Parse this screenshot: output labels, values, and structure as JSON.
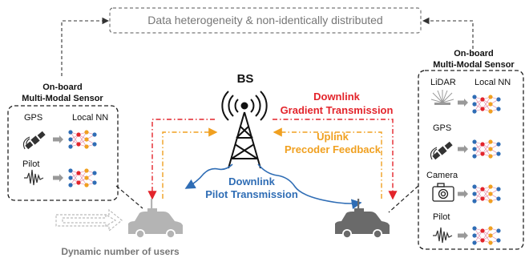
{
  "top_box": {
    "text": "Data heterogeneity & non-identically distributed"
  },
  "bs": {
    "label": "BS"
  },
  "left_panel": {
    "title_line1": "On-board",
    "title_line2": "Multi-Modal Sensor",
    "gps_label": "GPS",
    "localnn_label": "Local NN",
    "pilot_label": "Pilot"
  },
  "right_panel": {
    "title_line1": "On-board",
    "title_line2": "Multi-Modal Sensor",
    "lidar_label": "LiDAR",
    "localnn_label": "Local NN",
    "gps_label": "GPS",
    "camera_label": "Camera",
    "pilot_label": "Pilot"
  },
  "links": {
    "downlink_gradient_line1": "Downlink",
    "downlink_gradient_line2": "Gradient Transmission",
    "uplink_line1": "Uplink",
    "uplink_line2": "Precoder Feedback",
    "downlink_pilot_line1": "Downlink",
    "downlink_pilot_line2": "Pilot Transmission"
  },
  "footer": {
    "users_label": "Dynamic number of users"
  },
  "colors": {
    "red": "#e3242b",
    "orange": "#f0a020",
    "blue": "#2f6db5",
    "dark": "#222222",
    "gray": "#777777"
  }
}
